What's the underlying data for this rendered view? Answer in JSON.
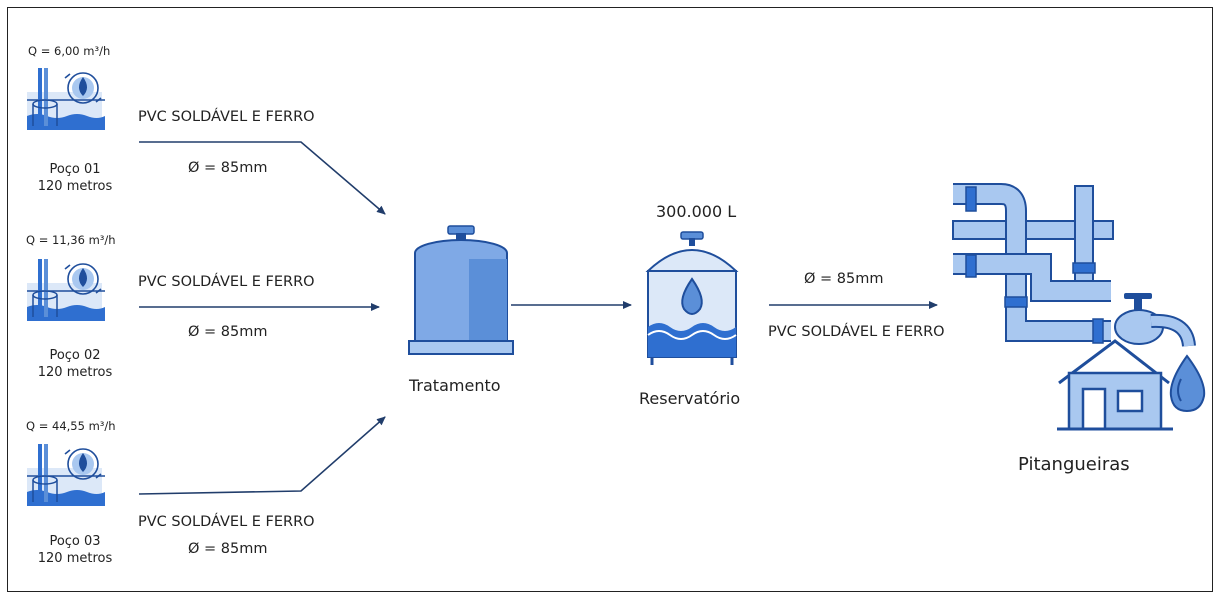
{
  "wells": [
    {
      "flow": "Q =  6,00 m³/h",
      "name": "Poço 01",
      "depth": "120 metros"
    },
    {
      "flow": "Q =  11,36 m³/h",
      "name": "Poço 02",
      "depth": "120 metros"
    },
    {
      "flow": "Q =  44,55 m³/h",
      "name": "Poço 03",
      "depth": "120 metros"
    }
  ],
  "pipes": [
    {
      "material": "PVC SOLDÁVEL E FERRO",
      "diameter": "Ø = 85mm"
    },
    {
      "material": "PVC SOLDÁVEL E FERRO",
      "diameter": "Ø = 85mm"
    },
    {
      "material": "PVC SOLDÁVEL E FERRO",
      "diameter": "Ø = 85mm"
    },
    {
      "material": "PVC SOLDÁVEL E FERRO",
      "diameter": "Ø = 85mm"
    }
  ],
  "treatment": {
    "label": "Tratamento"
  },
  "reservoir": {
    "label": "Reservatório",
    "capacity": "300.000 L"
  },
  "destination": {
    "label": "Pitangueiras"
  },
  "colors": {
    "dark_blue": "#1f4e9c",
    "mid_blue": "#5b8fd8",
    "light_blue": "#a9c8f0",
    "arrow": "#213d6b"
  }
}
